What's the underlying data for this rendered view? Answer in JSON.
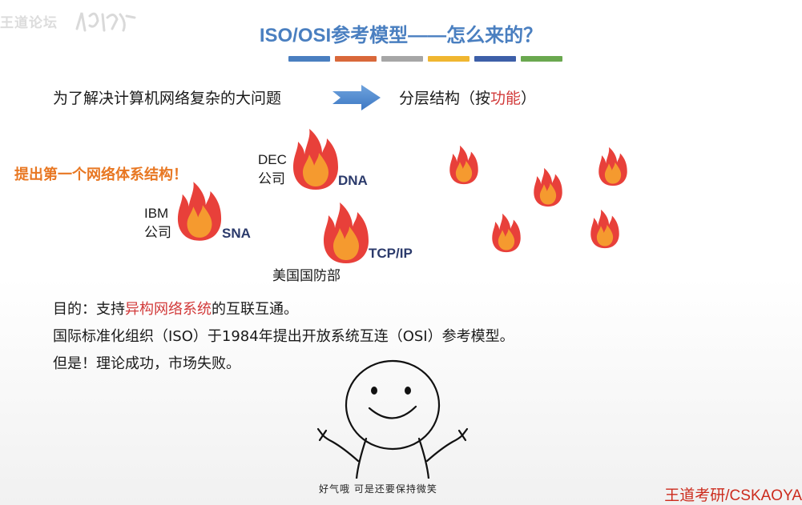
{
  "watermark": {
    "text": "王道论坛"
  },
  "title": "ISO/OSI参考模型——怎么来的？",
  "color_bars": [
    "#4a7fc0",
    "#d9683a",
    "#a6a6a6",
    "#f0b630",
    "#3d5fa8",
    "#6aa84f"
  ],
  "intro": {
    "problem": "为了解决计算机网络复杂的大问题",
    "solution_prefix": "分层结构（按",
    "solution_highlight": "功能",
    "solution_suffix": "）"
  },
  "first_arch": "提出第一个网络体系结构！",
  "labels": {
    "dec_name": "DEC",
    "dec_company": "公司",
    "dna": "DNA",
    "ibm_name": "IBM",
    "ibm_company": "公司",
    "sna": "SNA",
    "tcpip": "TCP/IP",
    "dod": "美国国防部"
  },
  "text_lines": {
    "purpose_prefix": "目的：支持",
    "purpose_highlight": "异构网络系统",
    "purpose_suffix": "的互联互通。",
    "iso_line": "国际标准化组织（ISO）于1984年提出开放系统互连（OSI）参考模型。",
    "but_line": "但是！理论成功，市场失败。"
  },
  "caption": "好气哦 可是还要保持微笑",
  "brand": "王道考研/CSKAOYA"
}
